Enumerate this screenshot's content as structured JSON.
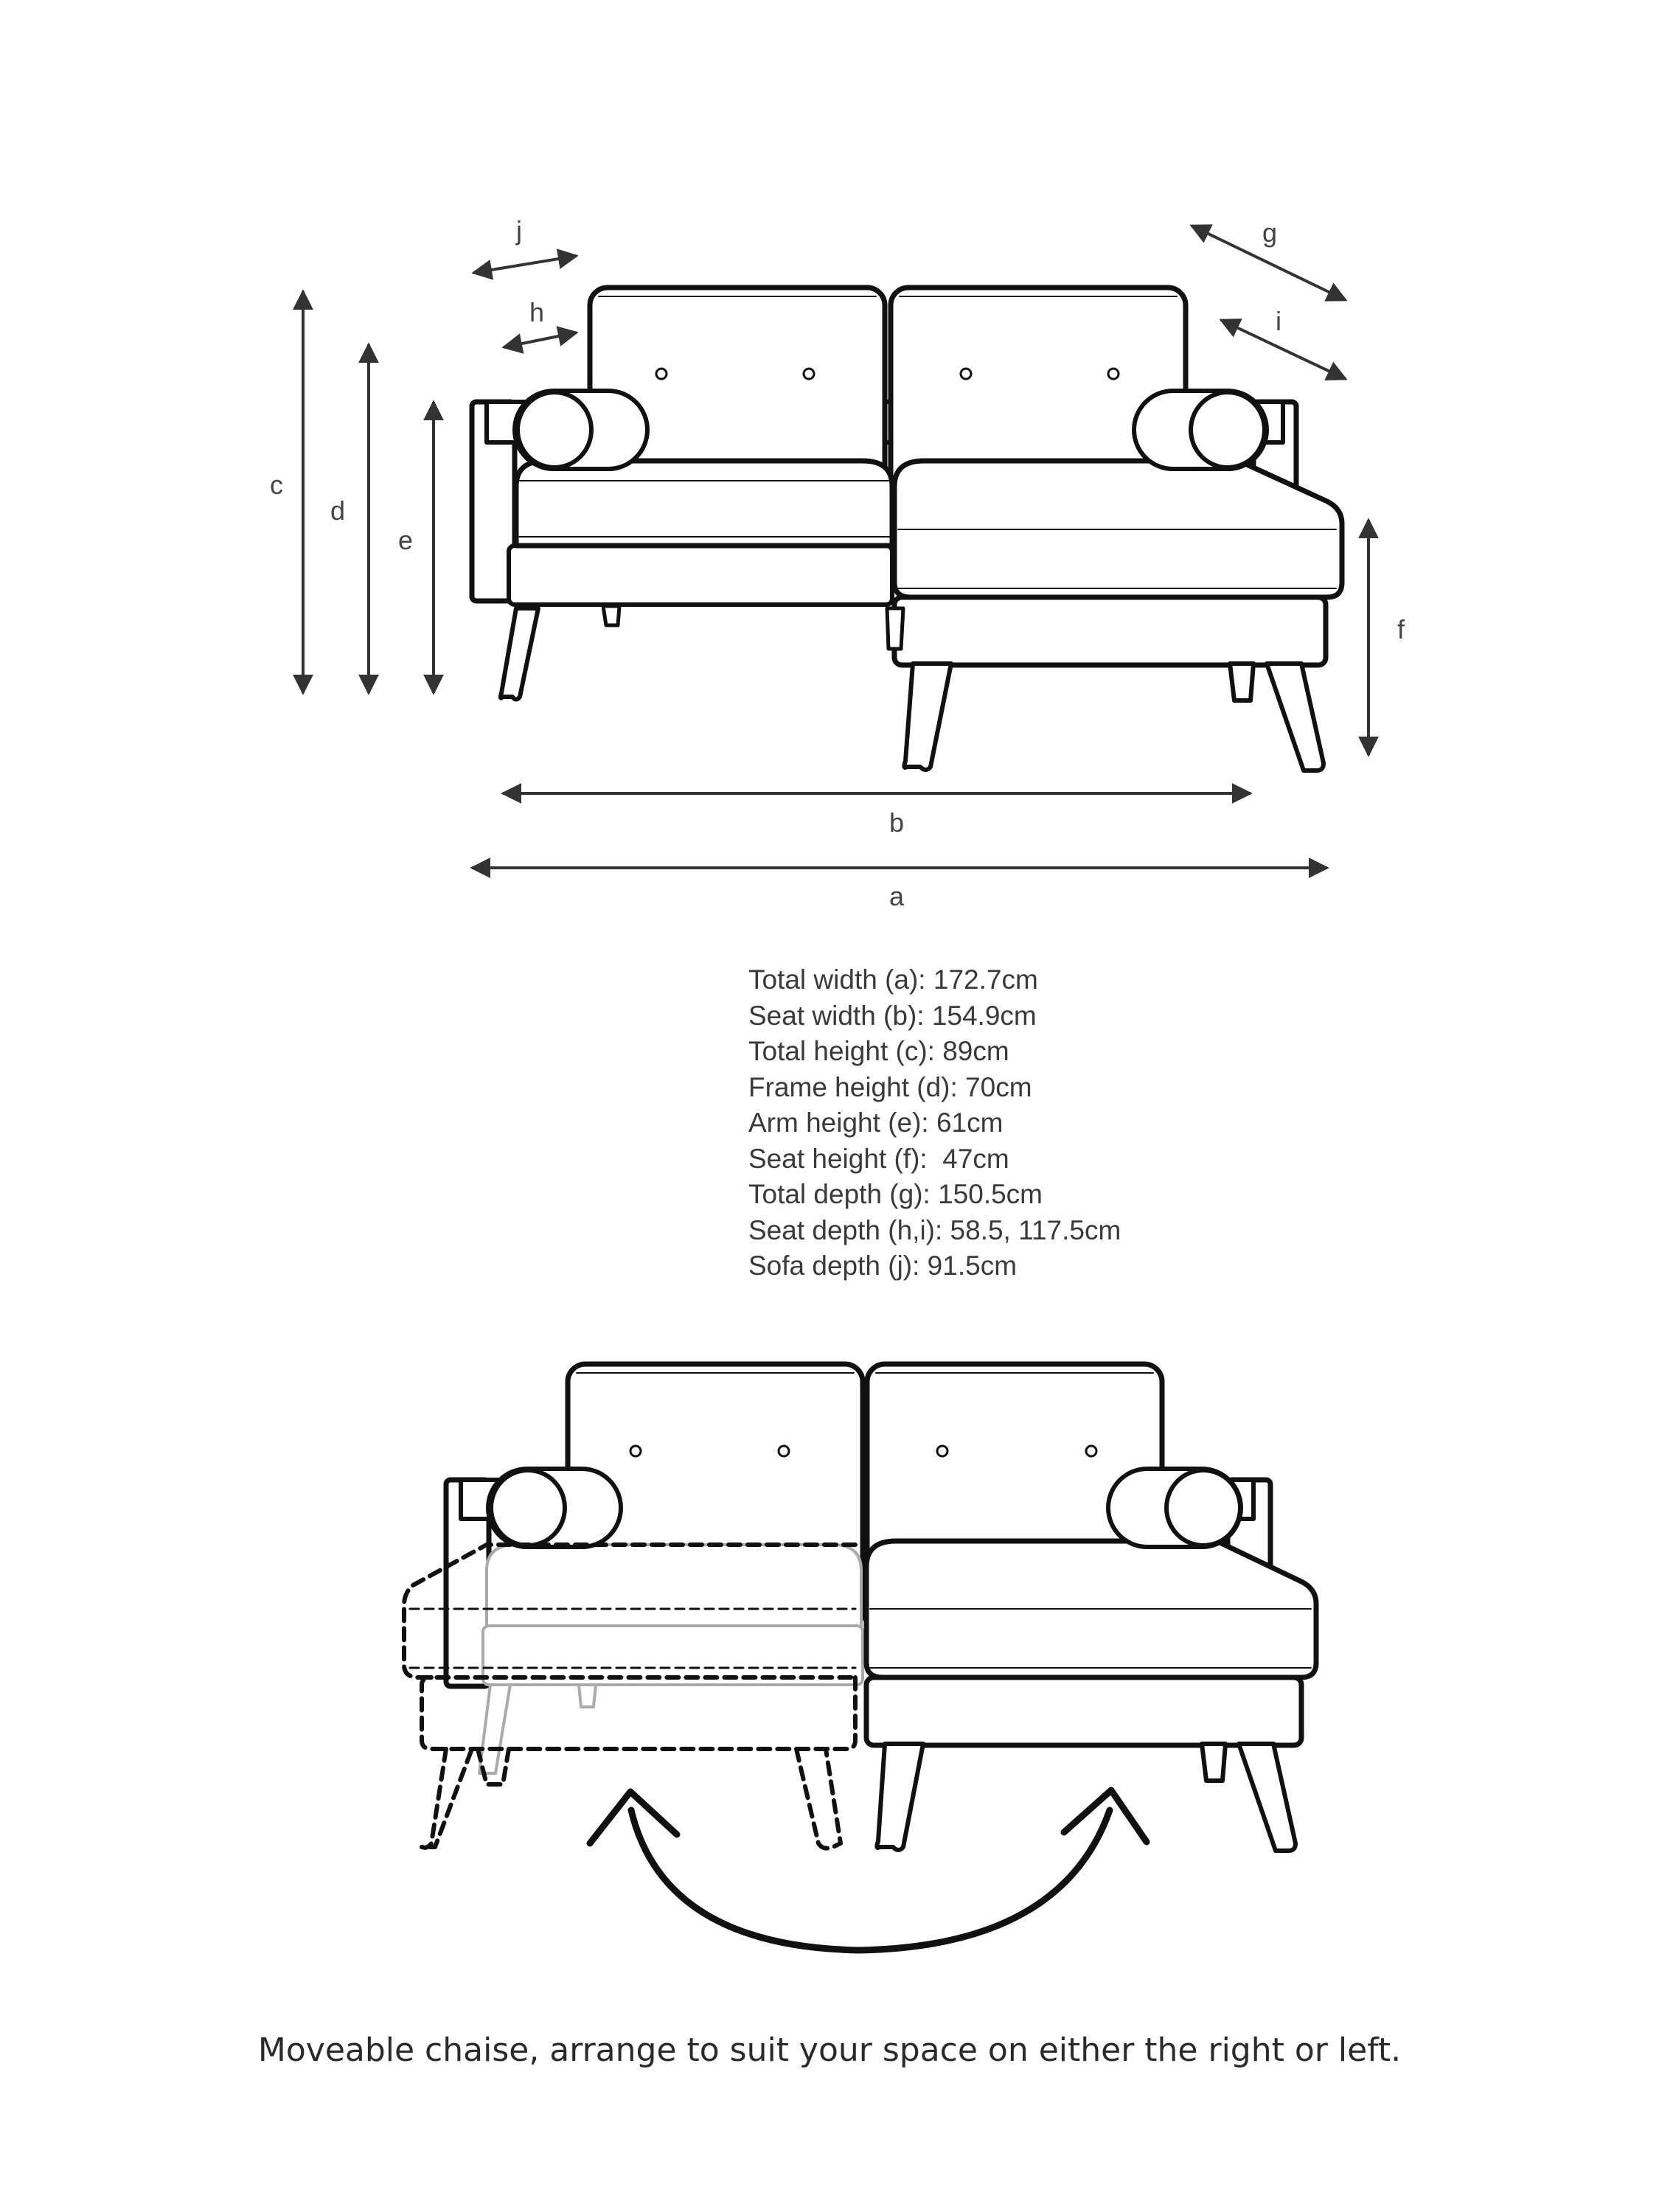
{
  "labels": {
    "a": "a",
    "b": "b",
    "c": "c",
    "d": "d",
    "e": "e",
    "f": "f",
    "g": "g",
    "h": "h",
    "i": "i",
    "j": "j"
  },
  "specs": [
    "Total width (a): 172.7cm",
    "Seat width (b): 154.9cm",
    "Total height (c): 89cm",
    "Frame height (d): 70cm",
    "Arm height (e): 61cm",
    "Seat height (f):  47cm",
    "Total depth (g): 150.5cm",
    "Seat depth (h,i): 58.5, 117.5cm",
    "Sofa depth (j): 91.5cm"
  ],
  "caption": "Moveable chaise, arrange to suit your space on either the right or left."
}
